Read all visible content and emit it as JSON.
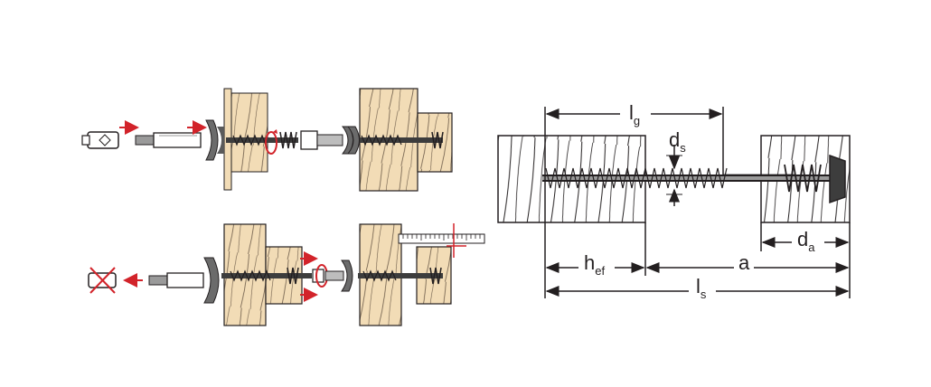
{
  "colors": {
    "wood": "#f2dcb6",
    "wood_grain": "#4a4038",
    "outline": "#231f20",
    "steel": "#8a8a8a",
    "steel_dark": "#4f4f4f",
    "arrow_red": "#d2232a",
    "background": "#ffffff"
  },
  "dimensions": {
    "lg": {
      "main": "l",
      "sub": "g"
    },
    "ds": {
      "main": "d",
      "sub": "s"
    },
    "hef": {
      "main": "h",
      "sub": "ef"
    },
    "a": {
      "main": "a",
      "sub": ""
    },
    "da": {
      "main": "d",
      "sub": "a"
    },
    "ls": {
      "main": "l",
      "sub": "s"
    }
  },
  "icons": {
    "bit_holder": "bit-holder-icon",
    "crossed_bit": "crossed-out-bit-icon",
    "rotation": "clockwise-rotation-icon",
    "move_arrow": "red-arrow-icon"
  }
}
